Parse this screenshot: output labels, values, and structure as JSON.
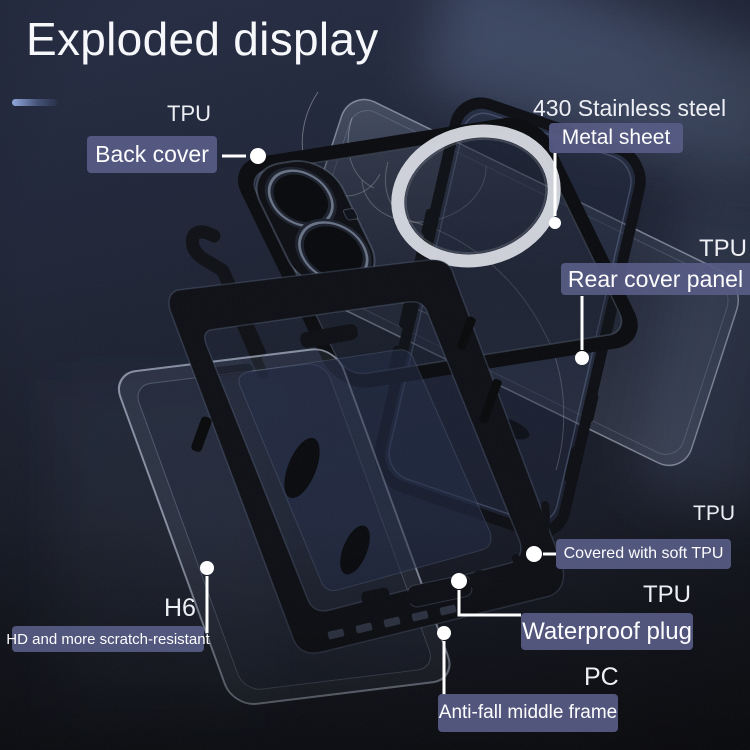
{
  "title": "Exploded display",
  "colors": {
    "background_top": "#232a42",
    "background_bottom": "#0e1017",
    "label_box_bg": "#585c86",
    "label_text": "#fdfdfe",
    "connector": "#ffffff",
    "metal_ring": "#d7dae1",
    "accent_bar": "#93a9dd"
  },
  "callouts": [
    {
      "material": "TPU",
      "label": "Back cover"
    },
    {
      "material": "430 Stainless steel",
      "label": "Metal sheet"
    },
    {
      "material": "TPU",
      "label": "Rear cover panel"
    },
    {
      "material": "TPU",
      "label": "Covered with soft TPU"
    },
    {
      "material": "TPU",
      "label": "Waterproof plug"
    },
    {
      "material": "H6",
      "label": "HD and more scratch-resistant"
    },
    {
      "material": "PC",
      "label": "Anti-fall middle frame"
    }
  ]
}
